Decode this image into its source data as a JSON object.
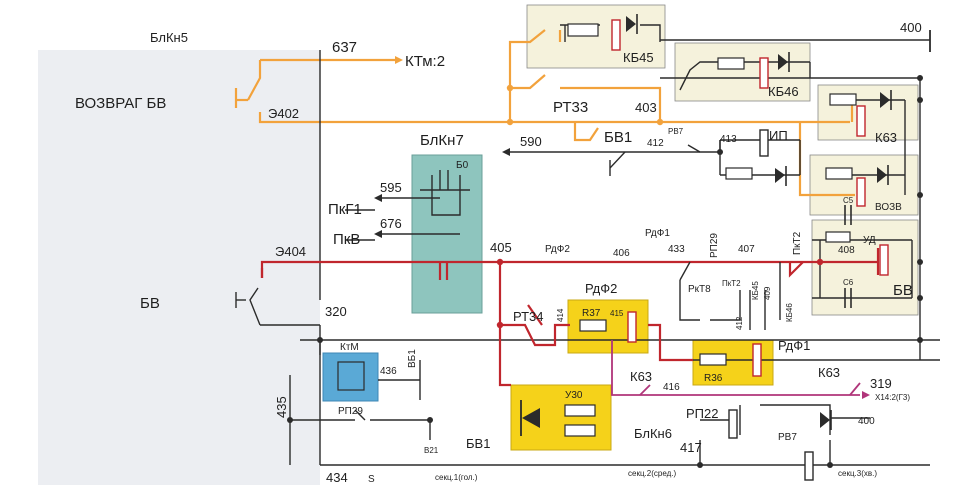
{
  "labels": {
    "blkn5": "БлКн5",
    "w637": "637",
    "ktm2": "КТм:2",
    "vozvrat": "ВОЗВРАГ БВ",
    "e402": "Э402",
    "kb45": "КБ45",
    "kb46": "КБ46",
    "n400_top": "400",
    "rt33": "РТ33",
    "n403": "403",
    "k63_top": "К63",
    "n590": "590",
    "bv1_mid": "БВ1",
    "n412": "412",
    "rv7_small": "РВ7",
    "n413": "413",
    "ip": "ИП",
    "blkn7": "БлКн7",
    "b0": "Б0",
    "n595": "595",
    "pkg1": "ПкГ1",
    "n676": "676",
    "pkv": "ПкВ",
    "vozv": "ВОЗВ",
    "pkt2_top": "ПкТ2",
    "c5": "С5",
    "n408": "408",
    "ud": "УД",
    "rdf1_top": "РдФ1",
    "rp29_top": "РП29",
    "n433": "433",
    "n406": "406",
    "n407": "407",
    "rdf2_top": "РдФ2",
    "n405": "405",
    "e404": "Э404",
    "c6": "С6",
    "bv_right": "БВ",
    "rkt8": "РкТ8",
    "pkt2_mid": "ПкТ2",
    "kb45_v": "КБ45",
    "n409": "409",
    "kb46_v": "КБ46",
    "n412b": "412",
    "rdf2_box": "РдФ2",
    "r37": "R37",
    "n415": "415",
    "rt34": "РТ34",
    "n414": "414",
    "bv_left": "БВ",
    "n320": "320",
    "ktm": "КтМ",
    "n436": "436",
    "v51": "ВБ1",
    "rp29_low": "РП29",
    "n435": "435",
    "rdf1_box": "РдФ1",
    "r36": "R36",
    "k63_low": "К63",
    "n416": "416",
    "k63_right": "К63",
    "n319": "319",
    "x14": "Х14:2(Г3)",
    "u30": "У30",
    "rp22": "РП22",
    "blkn6": "БлКн6",
    "n417": "417",
    "rv7": "РВ7",
    "n400_low": "400",
    "v21": "В21",
    "bv1_low": "БВ1",
    "n434": "434",
    "s_mark": "S",
    "sek1": "секц.1(гол.)",
    "sek2": "секц.2(сред.)",
    "sek3": "секц.3(хв.)"
  },
  "colors": {
    "orange_wire": "#f2a23c",
    "red_wire": "#c0262d",
    "purple_wire": "#b0357a",
    "teal_block": "#8ec5be",
    "blue_block": "#5aa9d6",
    "yellow_block": "#f5d21a",
    "panel_gray": "#eceef2",
    "relay_box": "#f5f2dc"
  },
  "icons": [
    "diode-icon",
    "contact-icon",
    "resistor-icon",
    "capacitor-icon",
    "coil-icon"
  ]
}
